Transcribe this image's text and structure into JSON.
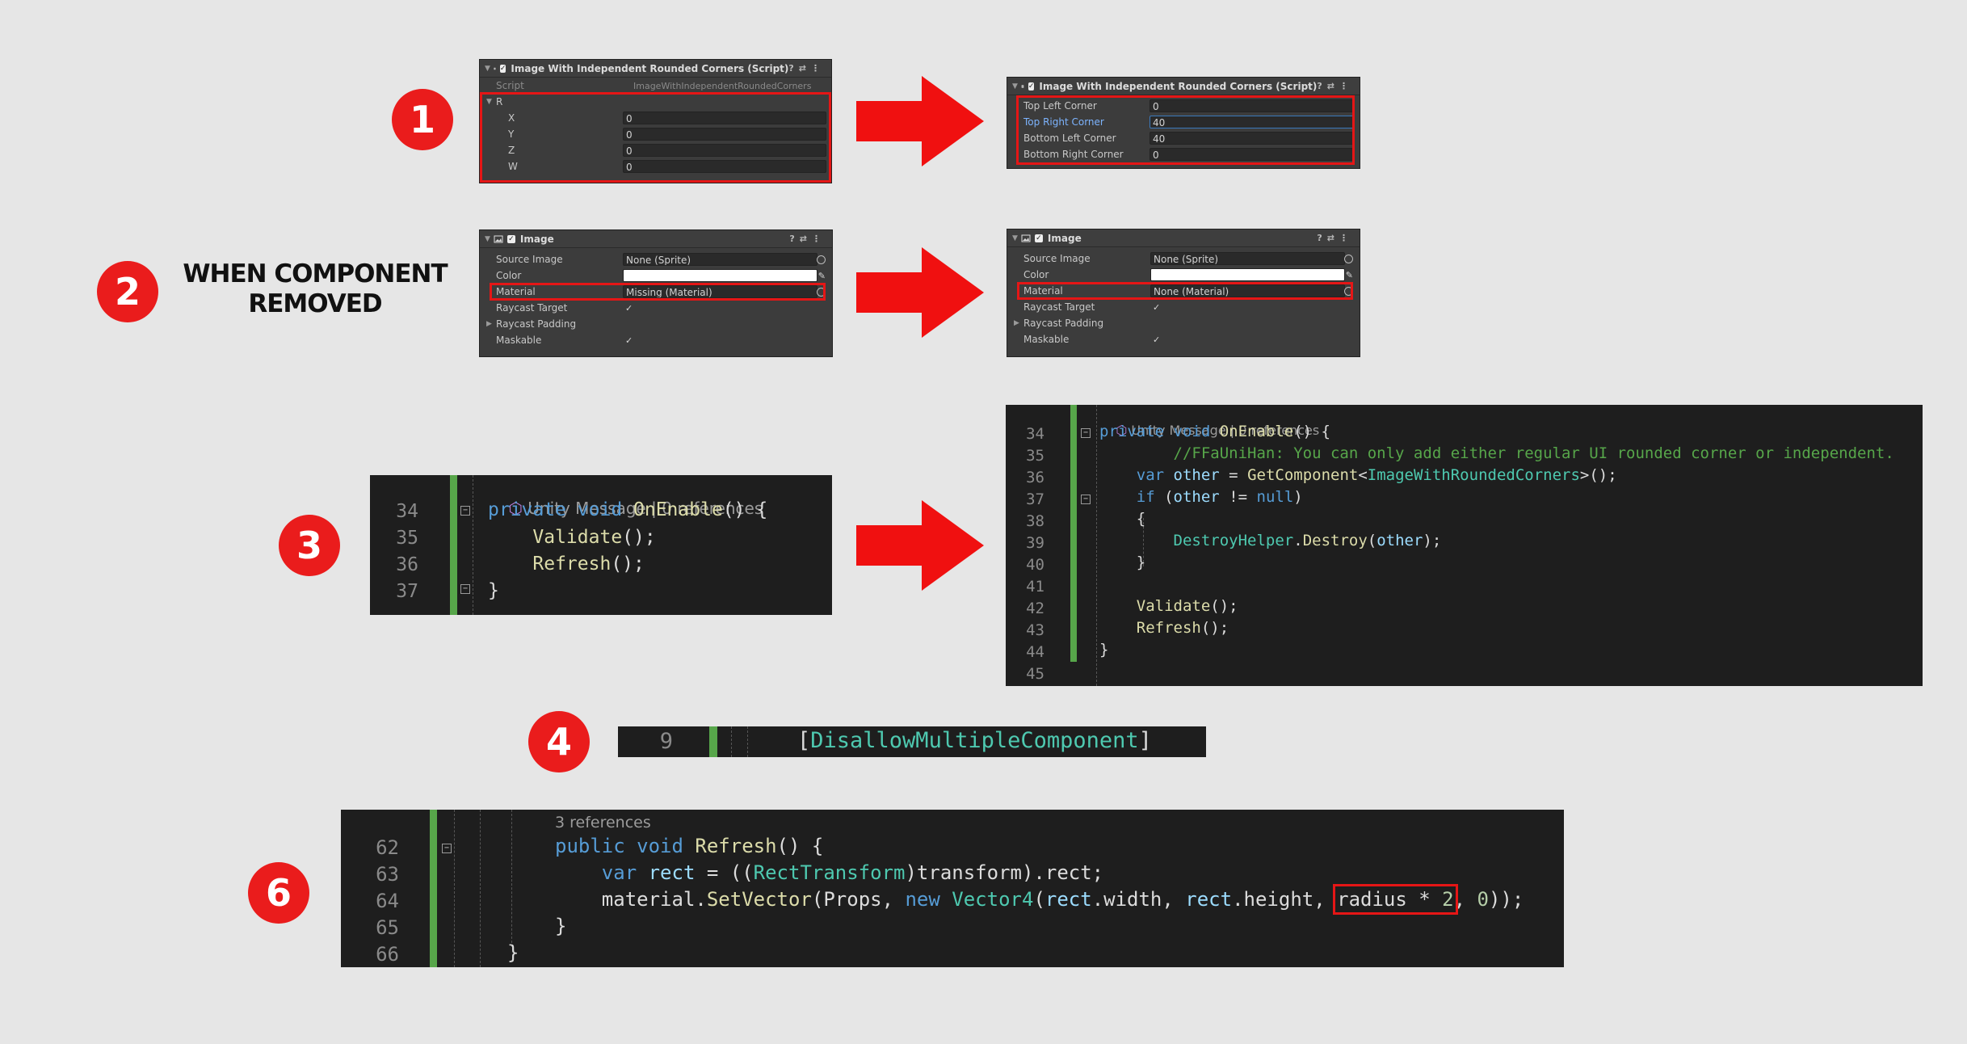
{
  "badges": [
    "1",
    "2",
    "3",
    "4",
    "6"
  ],
  "caption2": {
    "line1": "WHEN COMPONENT",
    "line2": "REMOVED"
  },
  "panel1_before": {
    "title": "Image With Independent Rounded Corners (Script)",
    "script_label": "Script",
    "script_value": "ImageWithIndependentRoundedCorners",
    "r_label": "R",
    "rows": [
      {
        "label": "X",
        "value": "0"
      },
      {
        "label": "Y",
        "value": "0"
      },
      {
        "label": "Z",
        "value": "0"
      },
      {
        "label": "W",
        "value": "0"
      }
    ]
  },
  "panel1_after": {
    "title": "Image With Independent Rounded Corners (Script)",
    "rows": [
      {
        "label": "Top Left Corner",
        "value": "0"
      },
      {
        "label": "Top Right Corner",
        "value": "40"
      },
      {
        "label": "Bottom Left Corner",
        "value": "40"
      },
      {
        "label": "Bottom Right Corner",
        "value": "0"
      }
    ]
  },
  "panel2_before": {
    "title": "Image",
    "source_image_label": "Source Image",
    "source_image_value": "None (Sprite)",
    "color_label": "Color",
    "material_label": "Material",
    "material_value": "Missing (Material)",
    "raycast_target_label": "Raycast Target",
    "raycast_padding_label": "Raycast Padding",
    "maskable_label": "Maskable"
  },
  "panel2_after": {
    "title": "Image",
    "source_image_label": "Source Image",
    "source_image_value": "None (Sprite)",
    "color_label": "Color",
    "material_label": "Material",
    "material_value": "None (Material)",
    "raycast_target_label": "Raycast Target",
    "raycast_padding_label": "Raycast Padding",
    "maskable_label": "Maskable"
  },
  "code3_before": {
    "meta_hint": "Unity Message | 0 references",
    "lines": [
      {
        "n": "34",
        "text": "private void OnEnable() {"
      },
      {
        "n": "35",
        "text": "    Validate();"
      },
      {
        "n": "36",
        "text": "    Refresh();"
      },
      {
        "n": "37",
        "text": "}"
      }
    ]
  },
  "code3_after": {
    "meta_hint": "Unity Message | 0 references",
    "lines": [
      {
        "n": "34",
        "text": "private void OnEnable() {"
      },
      {
        "n": "35",
        "text": "    //FFaUniHan: You can only add either regular UI rounded corner or independent."
      },
      {
        "n": "36",
        "text": "    var other = GetComponent<ImageWithRoundedCorners>();"
      },
      {
        "n": "37",
        "text": "    if (other != null)"
      },
      {
        "n": "38",
        "text": "    {"
      },
      {
        "n": "39",
        "text": "        DestroyHelper.Destroy(other);"
      },
      {
        "n": "40",
        "text": "    }"
      },
      {
        "n": "41",
        "text": ""
      },
      {
        "n": "42",
        "text": "    Validate();"
      },
      {
        "n": "43",
        "text": "    Refresh();"
      },
      {
        "n": "44",
        "text": "}"
      },
      {
        "n": "45",
        "text": ""
      }
    ]
  },
  "code4": {
    "n": "9",
    "text": "[DisallowMultipleComponent]"
  },
  "code6": {
    "meta_hint": "3 references",
    "lines": [
      {
        "n": "62",
        "text": "public void Refresh() {"
      },
      {
        "n": "63",
        "text": "    var rect = ((RectTransform)transform).rect;"
      },
      {
        "n": "64",
        "text": "    material.SetVector(Props, new Vector4(rect.width, rect.height, radius * 2, 0));"
      },
      {
        "n": "65",
        "text": "}"
      },
      {
        "n": "66",
        "text": "}"
      }
    ]
  },
  "colors": {
    "badge": "#ea1c1c",
    "arrow": "#f01010",
    "highlight_box": "#e51616",
    "code_bg": "#1e1e1e",
    "keyword": "#569cd6",
    "function": "#dcdcaa",
    "type": "#4ec9b0",
    "variable": "#9cdcfe",
    "comment": "#57a64a",
    "number": "#b5cea8"
  },
  "icons": [
    "script-icon",
    "image-icon",
    "checkbox-icon",
    "help-icon",
    "settings-icon",
    "kebab-menu-icon",
    "object-picker-icon",
    "eyedropper-icon",
    "fold-toggle-icon",
    "unity-icon"
  ]
}
